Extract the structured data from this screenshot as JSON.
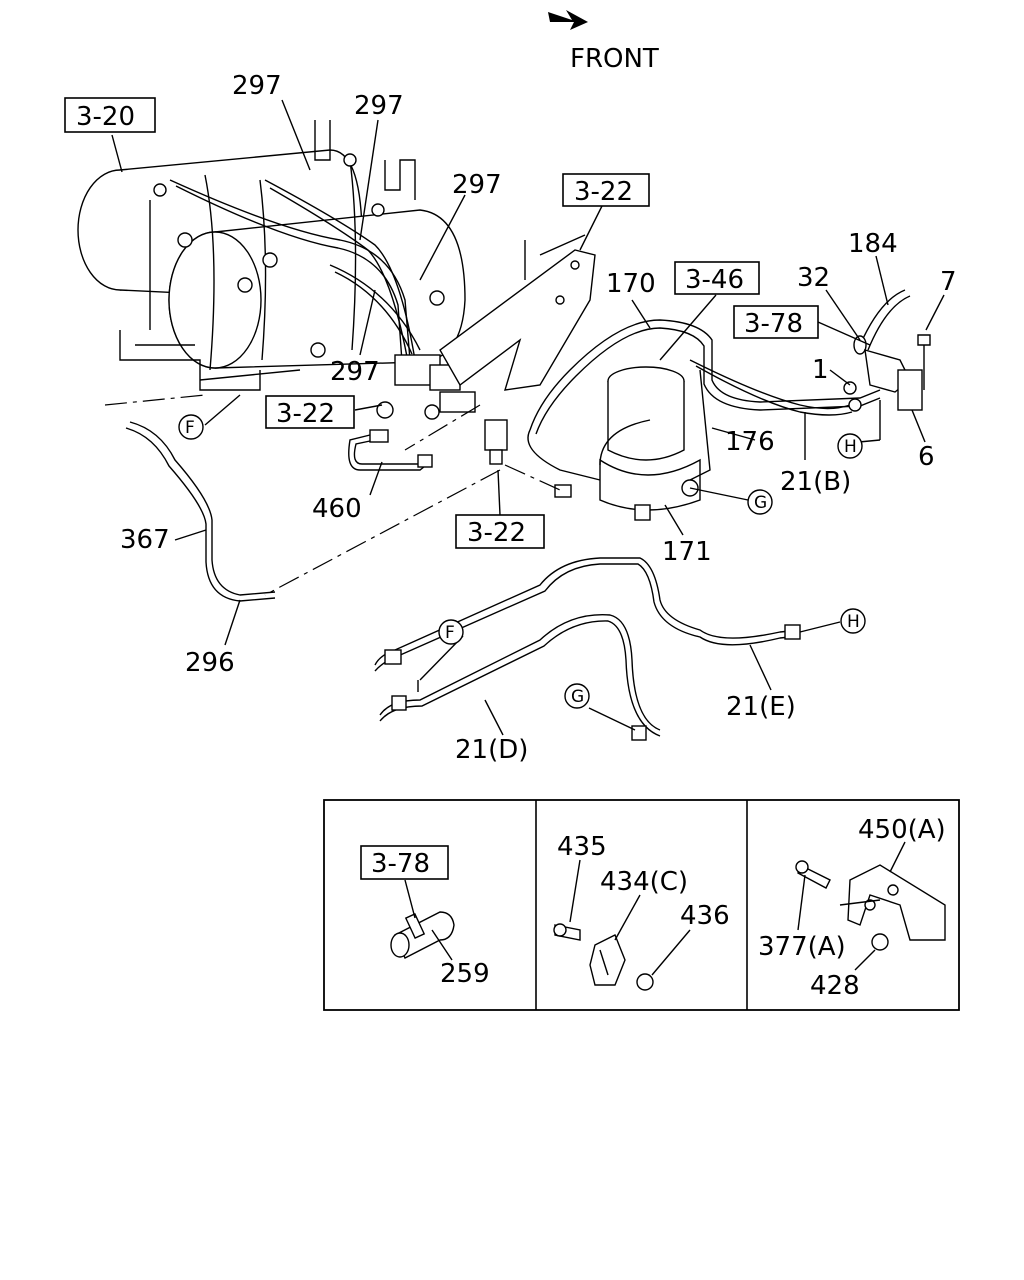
{
  "front_label": "FRONT",
  "refs": {
    "r320": "3-20",
    "r322_top": "3-22",
    "r322_mid": "3-22",
    "r322_bottom": "3-22",
    "r346": "3-46",
    "r378": "3-78",
    "r378_inset": "3-78"
  },
  "parts": {
    "p297_a": "297",
    "p297_b": "297",
    "p297_c": "297",
    "p297_d": "297",
    "p170": "170",
    "p184": "184",
    "p32": "32",
    "p7": "7",
    "p1": "1",
    "p176": "176",
    "p21b": "21(B)",
    "p6": "6",
    "p171": "171",
    "p460": "460",
    "p367": "367",
    "p296": "296",
    "p21e": "21(E)",
    "p21d": "21(D)",
    "p435": "435",
    "p434c": "434(C)",
    "p436": "436",
    "p259": "259",
    "p450a": "450(A)",
    "p377a": "377(A)",
    "p428": "428"
  },
  "callouts": {
    "F_top": "F",
    "F_bottom": "F",
    "G_top": "G",
    "G_bottom": "G",
    "H_top": "H",
    "H_bottom": "H"
  }
}
